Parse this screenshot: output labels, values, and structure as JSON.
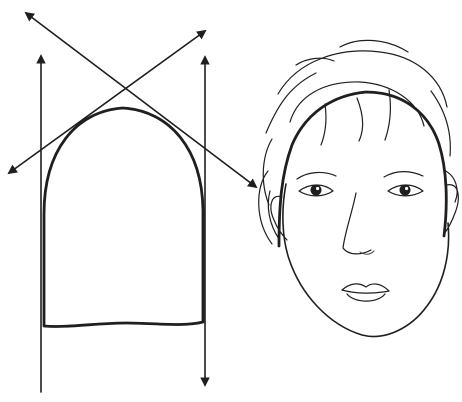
{
  "figure": {
    "left_panel": {
      "shape": "dome",
      "guides": [
        "vertical-arrow-left",
        "vertical-arrow-right",
        "diagonal-arrow-1",
        "diagonal-arrow-2"
      ]
    },
    "right_panel": {
      "subject": "face-sketch",
      "accent_colors": {
        "ink": "#1f1f1f",
        "faint_ink": "#444444",
        "background": "#ffffff"
      }
    }
  }
}
